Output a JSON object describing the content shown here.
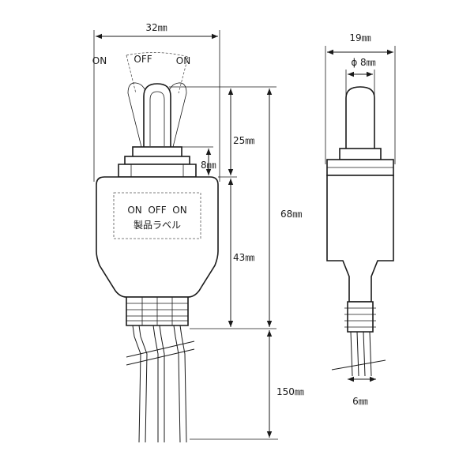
{
  "front_view": {
    "width_dim": "32㎜",
    "positions": [
      "ON",
      "OFF",
      "ON"
    ],
    "lever_dim": "25㎜",
    "collar_dim": "8㎜",
    "body_dim": "43㎜",
    "total_dim": "68㎜",
    "lead_dim": "150㎜",
    "label": {
      "positions_line": "ON  OFF  ON",
      "caption": "製品ラベル"
    }
  },
  "side_view": {
    "width_dim": "19㎜",
    "lever_diameter": "ϕ 8㎜",
    "cable_dim": "6㎜"
  }
}
